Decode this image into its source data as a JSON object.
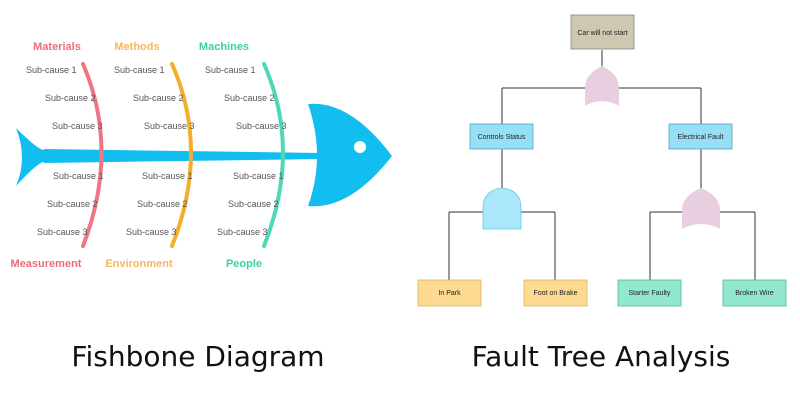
{
  "fishbone": {
    "caption": "Fishbone Diagram",
    "top_categories": [
      {
        "label": "Materials",
        "color": "#ee6c7a"
      },
      {
        "label": "Methods",
        "color": "#f6b763"
      },
      {
        "label": "Machines",
        "color": "#3ecfa5"
      }
    ],
    "bottom_categories": [
      {
        "label": "Measurement",
        "color": "#ee6c7a"
      },
      {
        "label": "Environment",
        "color": "#f6b763"
      },
      {
        "label": "People",
        "color": "#3ecfa5"
      }
    ],
    "sub_causes": [
      "Sub-cause 1",
      "Sub-cause 2",
      "Sub-cause 3"
    ],
    "bone_colors": [
      "#ef7683",
      "#f2ae2c",
      "#4fd8b5"
    ],
    "body_color": "#12bdf0"
  },
  "fault_tree": {
    "caption": "Fault Tree Analysis",
    "top_event": "Car will not start",
    "level2": [
      "Controls Status",
      "Electrical Fault"
    ],
    "level3": [
      "In Park",
      "Foot on Brake",
      "Starter Faulty",
      "Broken Wire"
    ],
    "colors": {
      "top": "#cdc9b1",
      "mid": "#97dff5",
      "left_leaf": "#fdd991",
      "right_leaf": "#92e7cf",
      "or_gate": "#e8cfe0",
      "and_gate": "#aae7fb"
    },
    "gates": [
      "or-gate",
      "and-gate",
      "or-gate"
    ]
  }
}
